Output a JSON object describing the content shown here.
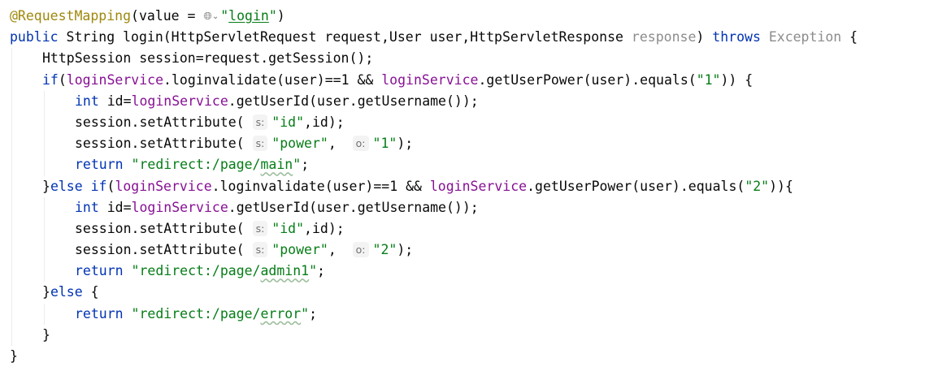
{
  "code": {
    "l1": {
      "annotation": "@RequestMapping",
      "open": "(value = ",
      "globe_icon": "globe-icon",
      "chevron_icon": "chevron-down-icon",
      "q1": "\"",
      "url": "login",
      "q2": "\"",
      "close": ")"
    },
    "l2": {
      "kw_public": "public",
      "sig_a": " String login(HttpServletRequest request,User user,HttpServletResponse ",
      "param_response": "response",
      "sig_b": ") ",
      "kw_throws": "throws",
      "exception": " Exception",
      "brace": " {"
    },
    "l3": {
      "text": "HttpSession session=request.getSession();"
    },
    "l4": {
      "kw_if": "if",
      "p1": "(",
      "svc1": "loginService",
      "p2": ".loginvalidate(user)==1 && ",
      "svc2": "loginService",
      "p3": ".getUserPower(user).equals(",
      "s1": "\"1\"",
      "p4": ")) {"
    },
    "l5": {
      "kw_int": "int",
      "p1": " id=",
      "svc": "loginService",
      "p2": ".getUserId(user.getUsername());"
    },
    "l6": {
      "p1": "session.setAttribute(",
      "hint_s": "s:",
      "s1": "\"id\"",
      "p2": ",id);"
    },
    "l7": {
      "p1": "session.setAttribute(",
      "hint_s": "s:",
      "s1": "\"power\"",
      "p2": ", ",
      "hint_o": "o:",
      "s2": "\"1\"",
      "p3": ");"
    },
    "l8": {
      "kw_return": "return",
      "q1": " \"",
      "a": "redirect:/page/",
      "b": "main",
      "q2": "\"",
      "semi": ";"
    },
    "l9": {
      "b1": "}",
      "kw_else": "else",
      "sp": " ",
      "kw_if": "if",
      "p1": "(",
      "svc1": "loginService",
      "p2": ".loginvalidate(user)==1 && ",
      "svc2": "loginService",
      "p3": ".getUserPower(user).equals(",
      "s1": "\"2\"",
      "p4": ")){"
    },
    "l10": {
      "kw_int": "int",
      "p1": " id=",
      "svc": "loginService",
      "p2": ".getUserId(user.getUsername());"
    },
    "l11": {
      "p1": "session.setAttribute(",
      "hint_s": "s:",
      "s1": "\"id\"",
      "p2": ",id);"
    },
    "l12": {
      "p1": "session.setAttribute(",
      "hint_s": "s:",
      "s1": "\"power\"",
      "p2": ", ",
      "hint_o": "o:",
      "s2": "\"2\"",
      "p3": ");"
    },
    "l13": {
      "kw_return": "return",
      "q1": " \"",
      "a": "redirect:/page/",
      "b": "admin1",
      "q2": "\"",
      "semi": ";"
    },
    "l14": {
      "b1": "}",
      "kw_else": "else",
      "b2": " {"
    },
    "l15": {
      "kw_return": "return",
      "q1": " \"",
      "a": "redirect:/page/",
      "b": "error",
      "q2": "\"",
      "semi": ";"
    },
    "l16": {
      "text": "}"
    },
    "l17": {
      "text": "}"
    }
  }
}
